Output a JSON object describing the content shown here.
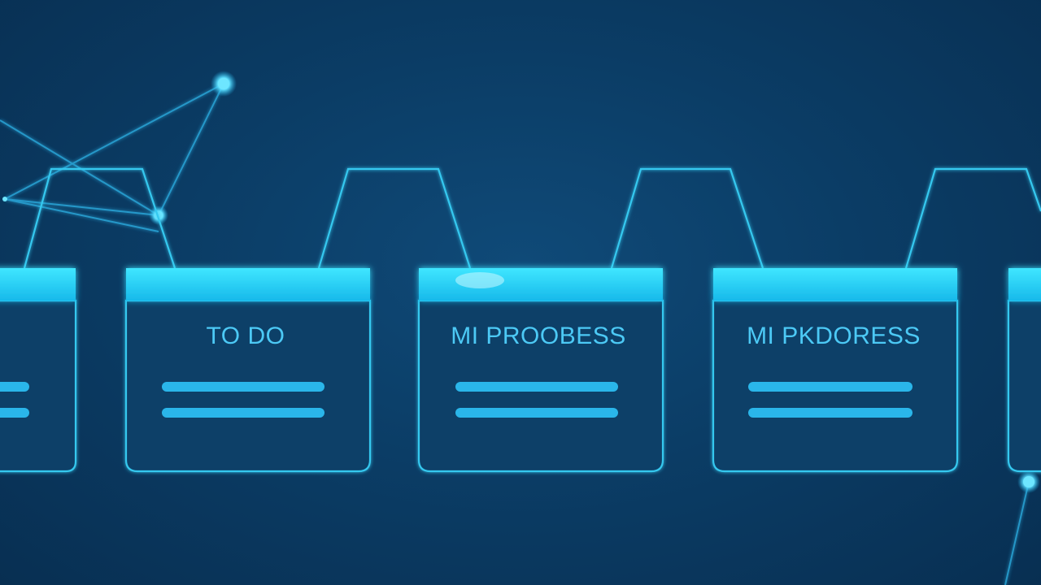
{
  "board": {
    "columns": [
      {
        "title": "",
        "lines": 2,
        "partial": "left"
      },
      {
        "title": "TO DO",
        "lines": 2
      },
      {
        "title": "MI PROOBESS",
        "lines": 2
      },
      {
        "title": "MI PKDORESS",
        "lines": 2
      },
      {
        "title": "",
        "lines": 0,
        "partial": "right"
      }
    ]
  },
  "colors": {
    "background": "#0b3d66",
    "accent": "#27d3f5",
    "outline": "#35c8ef",
    "text": "#4cc9f5",
    "line": "#2ab6ea"
  }
}
